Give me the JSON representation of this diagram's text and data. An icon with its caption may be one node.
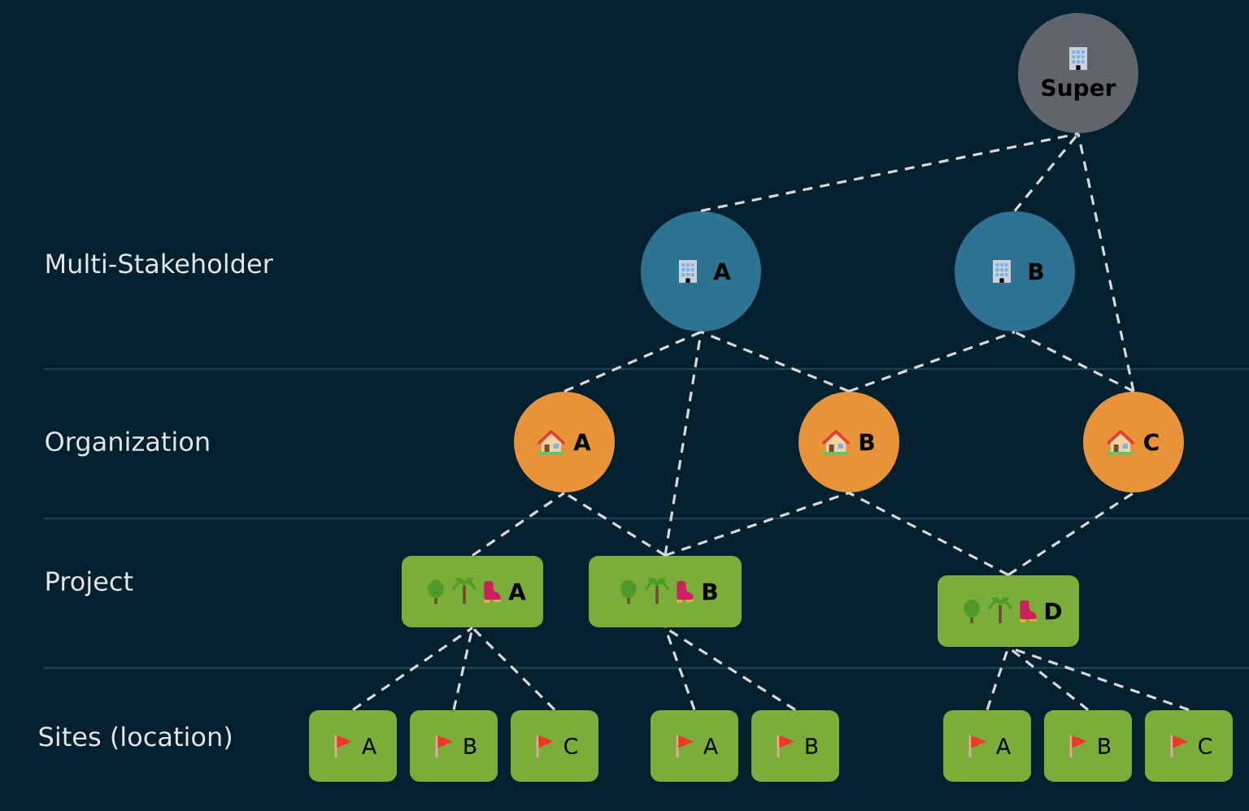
{
  "diagram": {
    "nodes": [
      {
        "text": [
          "Super"
        ]
      },
      {
        "text": [
          "A"
        ]
      },
      {
        "text": [
          "B"
        ]
      },
      {
        "text": [
          "A"
        ]
      },
      {
        "text": [
          "B"
        ]
      },
      {
        "text": [
          "C"
        ]
      },
      {
        "text": [
          "A"
        ]
      },
      {
        "text": [
          "B"
        ]
      },
      {
        "text": [
          "D"
        ]
      },
      {
        "text": [
          "A"
        ]
      },
      {
        "text": [
          "B"
        ]
      },
      {
        "text": [
          "C"
        ]
      },
      {
        "text": [
          "A"
        ]
      },
      {
        "text": [
          "B"
        ]
      },
      {
        "text": [
          "A"
        ]
      },
      {
        "text": [
          "B"
        ]
      },
      {
        "text": [
          "C"
        ]
      }
    ],
    "edges": [
      {
        "from": 1,
        "to": 0,
        "arrow": "none"
      },
      {
        "from": 2,
        "to": 0,
        "arrow": "none"
      },
      {
        "from": 5,
        "to": 0,
        "arrow": "none"
      },
      {
        "from": 3,
        "to": 1,
        "arrow": "none"
      },
      {
        "from": 7,
        "to": 1,
        "arrow": "none"
      },
      {
        "from": 4,
        "to": 1,
        "arrow": "none"
      },
      {
        "from": 4,
        "to": 2,
        "arrow": "none"
      },
      {
        "from": 5,
        "to": 2,
        "arrow": "none"
      },
      {
        "from": 6,
        "to": 3,
        "arrow": "none"
      },
      {
        "from": 7,
        "to": 3,
        "arrow": "none"
      },
      {
        "from": 7,
        "to": 4,
        "arrow": "none"
      },
      {
        "from": 8,
        "to": 4,
        "arrow": "none"
      },
      {
        "from": 8,
        "to": 5,
        "arrow": "none"
      },
      {
        "from": 9,
        "to": 6,
        "arrow": "none"
      },
      {
        "from": 10,
        "to": 6,
        "arrow": "none"
      },
      {
        "from": 11,
        "to": 6,
        "arrow": "none"
      },
      {
        "from": 12,
        "to": 7,
        "arrow": "none"
      },
      {
        "from": 13,
        "to": 7,
        "arrow": "none"
      },
      {
        "from": 14,
        "to": 8,
        "arrow": "none"
      },
      {
        "from": 15,
        "to": 8,
        "arrow": "none"
      },
      {
        "from": 16,
        "to": 8,
        "arrow": "none"
      }
    ],
    "labels": [
      "Multi-Stakeholder",
      "Organization",
      "Project",
      "Sites (location)"
    ]
  }
}
